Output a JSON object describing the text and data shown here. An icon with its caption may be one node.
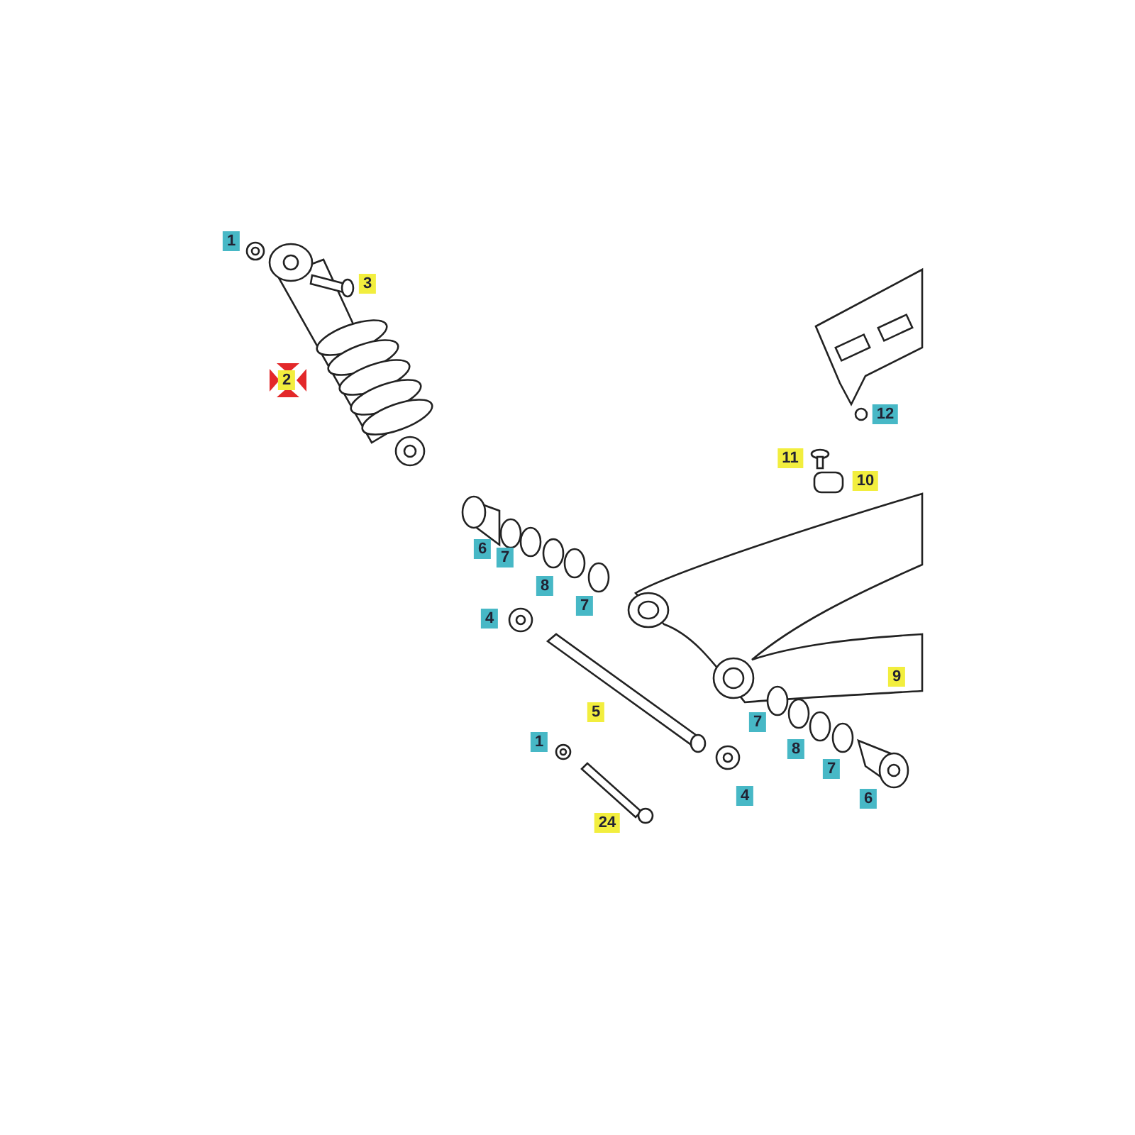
{
  "diagram": {
    "labels": [
      "1",
      "3",
      "2",
      "12",
      "11",
      "10",
      "6",
      "7",
      "8",
      "7",
      "4",
      "5",
      "9",
      "7",
      "8",
      "7",
      "6",
      "1",
      "4",
      "24"
    ]
  }
}
